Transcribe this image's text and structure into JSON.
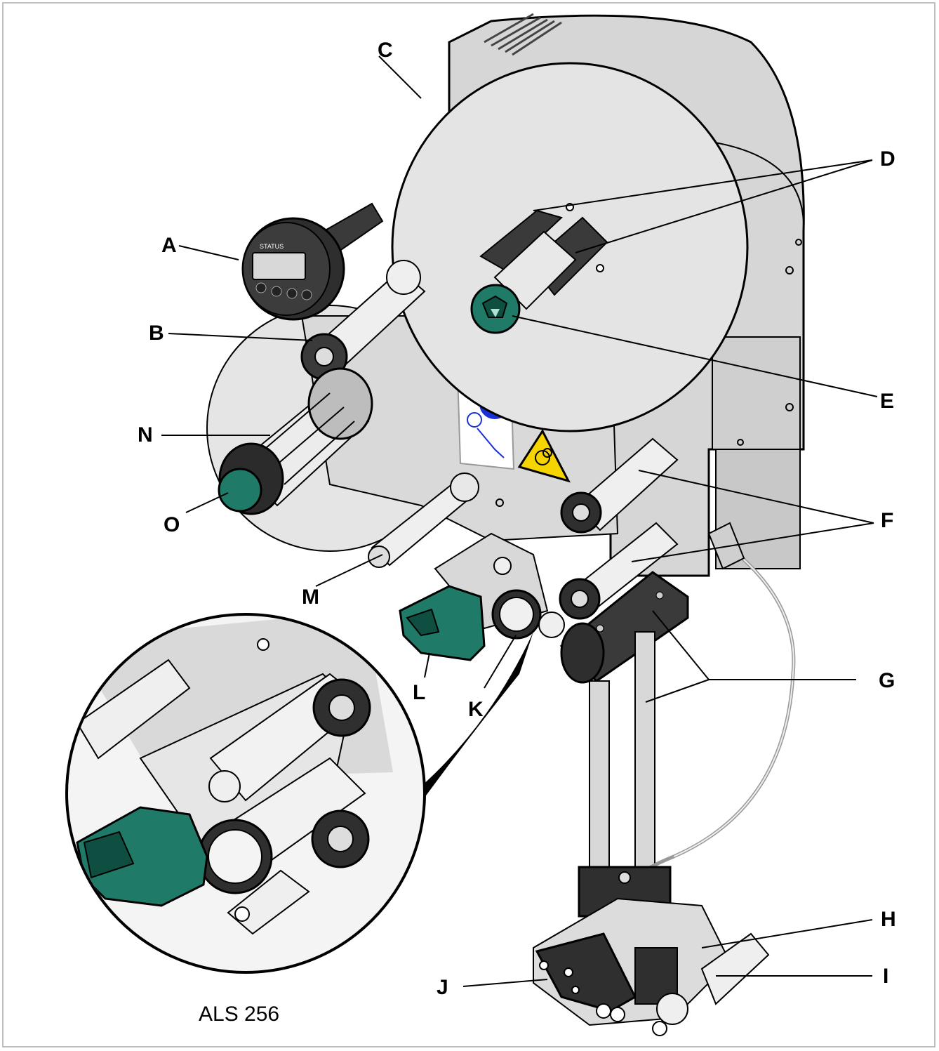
{
  "callouts": {
    "a": "A",
    "b": "B",
    "c": "C",
    "d": "D",
    "e": "E",
    "f": "F",
    "g": "G",
    "h": "H",
    "i": "I",
    "j": "J",
    "k": "K",
    "l": "L",
    "m": "M",
    "n": "N",
    "o": "O"
  },
  "detail_caption": "ALS 256",
  "display_panel": {
    "label": "STATUS"
  },
  "colors": {
    "knob_green": "#1f7a68",
    "knob_dark": "#0f4f42",
    "body_gray": "#dcdcdc",
    "dark_gray": "#555555",
    "roll_white": "#eeeeee",
    "warning_yellow": "#f5d400",
    "sticker_blue": "#1a2fd6"
  }
}
